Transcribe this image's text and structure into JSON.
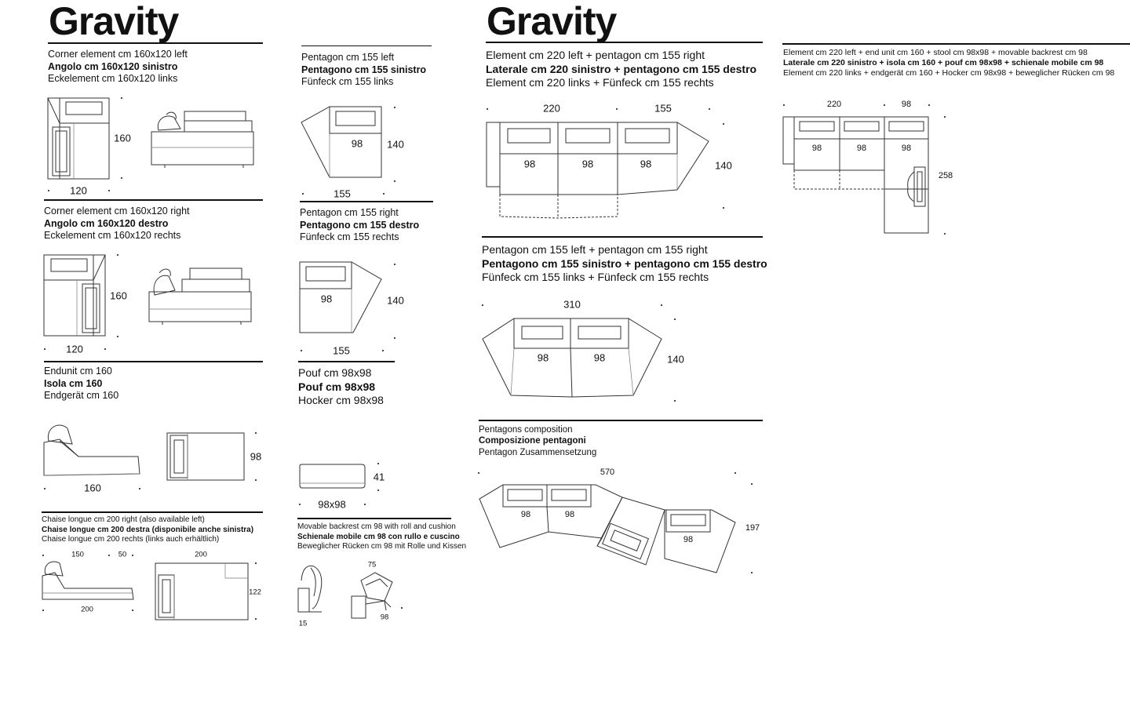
{
  "brand": "Gravity",
  "left_page": {
    "corner_left": {
      "caption": [
        "Corner element cm 160x120 left",
        "Angolo cm 160x120 sinistro",
        "Eckelement cm 160x120 links"
      ],
      "dims": [
        "160",
        "120"
      ]
    },
    "corner_right": {
      "caption": [
        "Corner element cm 160x120 right",
        "Angolo cm 160x120 destro",
        "Eckelement cm 160x120 rechts"
      ],
      "dims": [
        "160",
        "120"
      ]
    },
    "endunit": {
      "caption": [
        "Endunit cm 160",
        "Isola cm 160",
        "Endgerät cm 160"
      ],
      "dims": [
        "98",
        "160"
      ]
    },
    "chaise": {
      "caption": [
        "Chaise longue cm 200 right (also available left)",
        "Chaise longue cm 200 destra (disponibile anche sinistra)",
        "Chaise longue cm 200 rechts (links auch erhältlich)"
      ],
      "dims": [
        "150",
        "50",
        "200",
        "200",
        "122"
      ]
    },
    "pentagon_left": {
      "caption": [
        "Pentagon cm 155 left",
        "Pentagono cm 155 sinistro",
        "Fünfeck cm 155 links"
      ],
      "dims": [
        "98",
        "140",
        "155"
      ]
    },
    "pentagon_right": {
      "caption": [
        "Pentagon cm 155 right",
        "Pentagono cm 155 destro",
        "Fünfeck cm 155 rechts"
      ],
      "dims": [
        "98",
        "140",
        "155"
      ]
    },
    "pouf": {
      "caption": [
        "Pouf cm 98x98",
        "Pouf cm 98x98",
        "Hocker cm 98x98"
      ],
      "dims": [
        "41",
        "98x98"
      ]
    },
    "backrest": {
      "caption": [
        "Movable backrest cm 98 with roll and cushion",
        "Schienale mobile cm 98 con rullo e cuscino",
        "Beweglicher Rücken cm 98 mit Rolle und Kissen"
      ],
      "dims": [
        "75",
        "15",
        "98"
      ]
    }
  },
  "right_page": {
    "comp_220_155": {
      "caption": [
        "Element cm 220 left + pentagon cm 155 right",
        "Laterale cm 220 sinistro + pentagono cm 155 destro",
        "Element cm 220 links + Fünfeck cm 155 rechts"
      ],
      "dims": [
        "220",
        "155",
        "98",
        "98",
        "98",
        "140"
      ]
    },
    "comp_pent_pent": {
      "caption": [
        "Pentagon cm 155 left + pentagon cm 155 right",
        "Pentagono cm 155 sinistro + pentagono cm 155 destro",
        "Fünfeck cm 155 links + Fünfeck cm 155 rechts"
      ],
      "dims": [
        "310",
        "98",
        "98",
        "140"
      ]
    },
    "comp_pentagons": {
      "caption": [
        "Pentagons composition",
        "Composizione pentagoni",
        "Pentagon Zusammensetzung"
      ],
      "dims": [
        "570",
        "98",
        "98",
        "98",
        "197"
      ]
    },
    "comp_endunit": {
      "caption": [
        "Element cm 220 left + end unit cm 160 + stool cm 98x98 + movable backrest cm 98",
        "Laterale cm 220 sinistro + isola cm 160 + pouf cm 98x98 + schienale mobile cm 98",
        "Element cm 220 links + endgerät cm 160 + Hocker cm 98x98 + beweglicher Rücken cm 98"
      ],
      "dims": [
        "220",
        "98",
        "98",
        "98",
        "98",
        "258"
      ]
    }
  }
}
